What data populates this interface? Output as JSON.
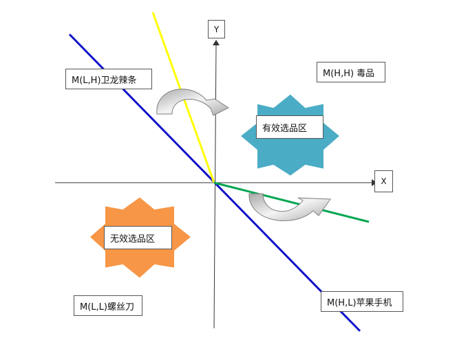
{
  "axes": {
    "x_label": "X",
    "y_label": "Y"
  },
  "quadrants": {
    "top_left": "M(L,H)卫龙辣条",
    "top_right": "M(H,H) 毒品",
    "bottom_left": "M(L,L)螺丝刀",
    "bottom_right": "M(H,L)苹果手机"
  },
  "zones": {
    "effective": {
      "label": "有效选品区",
      "color": "#4BACC6"
    },
    "ineffective": {
      "label": "无效选品区",
      "color": "#F79646"
    }
  },
  "lines": {
    "blue": "#1010C8",
    "yellow": "#FFFF00",
    "green": "#00A650"
  },
  "arrow_color": "#BFBFBF"
}
